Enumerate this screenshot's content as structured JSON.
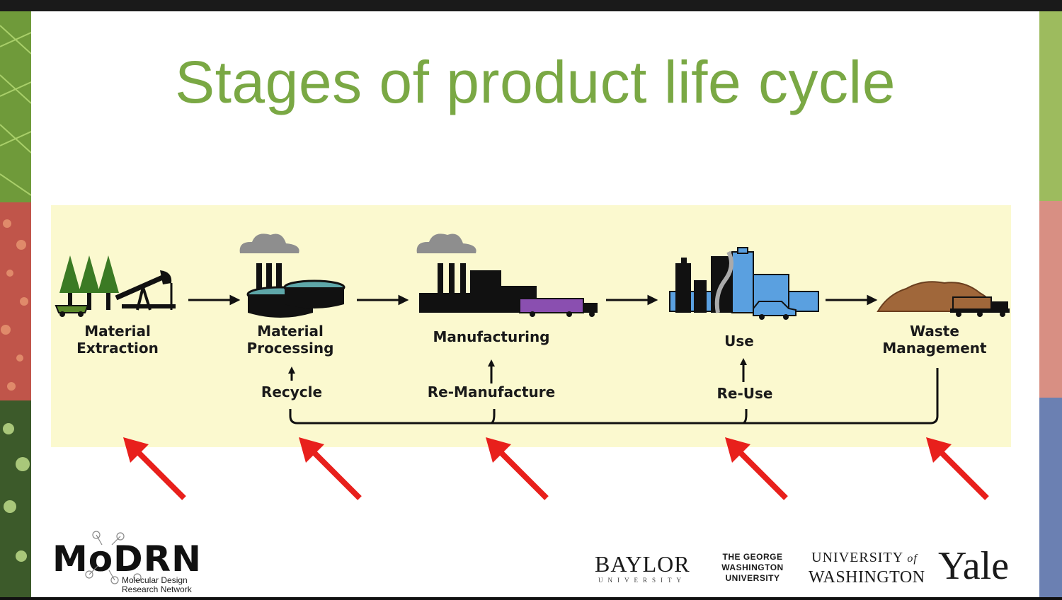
{
  "slide": {
    "title": "Stages of product life cycle"
  },
  "diagram": {
    "stages": [
      {
        "id": "material-extraction",
        "label": "Material\nExtraction"
      },
      {
        "id": "material-processing",
        "label": "Material\nProcessing"
      },
      {
        "id": "manufacturing",
        "label": "Manufacturing"
      },
      {
        "id": "use",
        "label": "Use"
      },
      {
        "id": "waste-management",
        "label": "Waste\nManagement"
      }
    ],
    "loops": [
      {
        "id": "recycle",
        "label": "Recycle"
      },
      {
        "id": "re-manufacture",
        "label": "Re-Manufacture"
      },
      {
        "id": "re-use",
        "label": "Re-Use"
      }
    ],
    "colors": {
      "panel": "#fbf9cf",
      "title": "#7aa844",
      "pointer_arrow": "#e8201c",
      "water": "#5ea7a9",
      "building_blue": "#5aa0e0",
      "waste": "#a0673a",
      "truck_purple": "#8a4fb0",
      "tree": "#3b7a24"
    }
  },
  "footer": {
    "modrn": {
      "name": "MoDRN",
      "subtitle": "Molecular Design\nResearch Network"
    },
    "baylor": {
      "name": "BAYLOR",
      "sub": "UNIVERSITY"
    },
    "gwu": {
      "line1": "THE GEORGE",
      "line2": "WASHINGTON",
      "line3": "UNIVERSITY"
    },
    "uw": {
      "line1": "UNIVERSITY",
      "of": "of",
      "line2": "WASHINGTON"
    },
    "yale": {
      "name": "Yale"
    }
  }
}
